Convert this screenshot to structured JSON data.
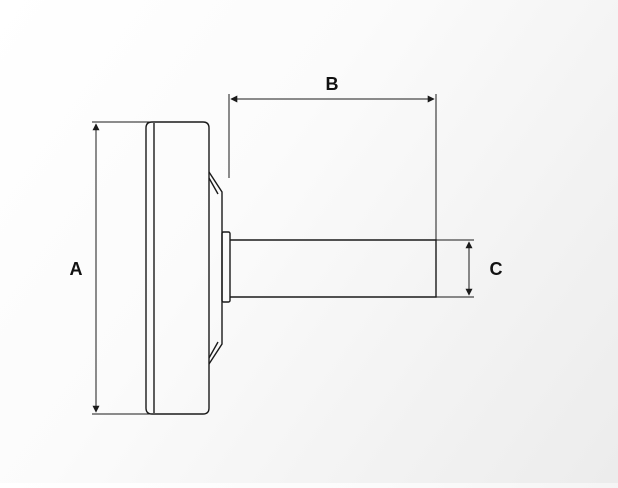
{
  "diagram": {
    "labels": {
      "a": "A",
      "b": "B",
      "c": "C"
    },
    "colors": {
      "line": "#1a1a1a",
      "background": "#f7f7f7"
    }
  }
}
